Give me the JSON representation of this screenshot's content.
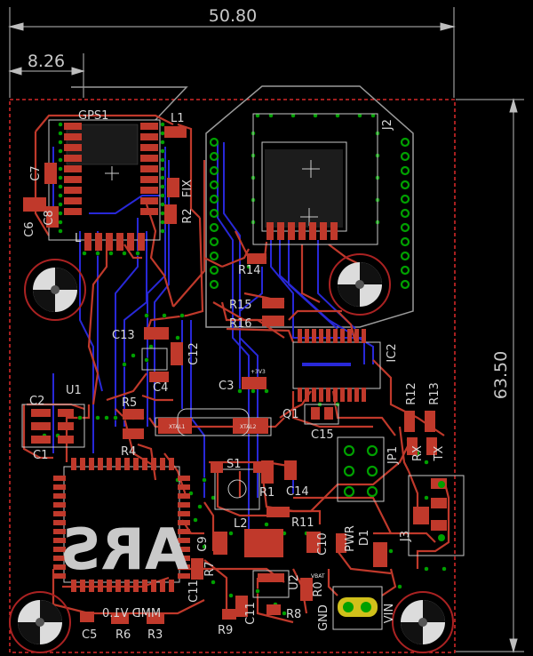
{
  "board": {
    "dimensions": {
      "width": "50.80",
      "height": "63.50",
      "offset": "8.26"
    },
    "colors": {
      "background": "#000000",
      "top_copper": "#c0392b",
      "bottom_copper": "#2a2ad8",
      "pads": "#00a000",
      "silkscreen": "#c8c8c8",
      "outline": "#ff3030"
    },
    "parts": {
      "gps1": "GPS1",
      "l1": "L1",
      "fix": "FIX",
      "r2": "R2",
      "c7": "C7",
      "c6": "C6",
      "c8": "C8",
      "l": "L",
      "j2": "J2",
      "r14": "R14",
      "r15": "R15",
      "r16": "R16",
      "c13": "C13",
      "c12": "C12",
      "c4": "C4",
      "c3": "C3",
      "u1": "U1",
      "c2": "C2",
      "c1": "C1",
      "r5": "R5",
      "r4": "R4",
      "ic2": "IC2",
      "r12": "R12",
      "r13": "R13",
      "q1": "Q1",
      "c15": "C15",
      "jp1": "JP1",
      "rx": "RX",
      "tx": "TX",
      "s1": "S1",
      "r1": "R1",
      "c14": "C14",
      "r11": "R11",
      "c9": "C9",
      "c10": "C10",
      "pwr": "PWR",
      "d1": "D1",
      "j3": "J3",
      "r7": "R7",
      "c11a": "C11",
      "c11b": "C11",
      "u2": "U2",
      "r0": "R0",
      "r8": "R8",
      "r9": "R9",
      "c5": "C5",
      "r6": "R6",
      "r3": "R3",
      "gnd": "GND",
      "vin": "VIN",
      "l2": "L2",
      "mmd": "MMD V1.0",
      "logo": "ARS",
      "xtal1": "XTAL1",
      "xtal2": "XTAL2",
      "v33": "+3V3",
      "vbat": "VBAT"
    }
  }
}
